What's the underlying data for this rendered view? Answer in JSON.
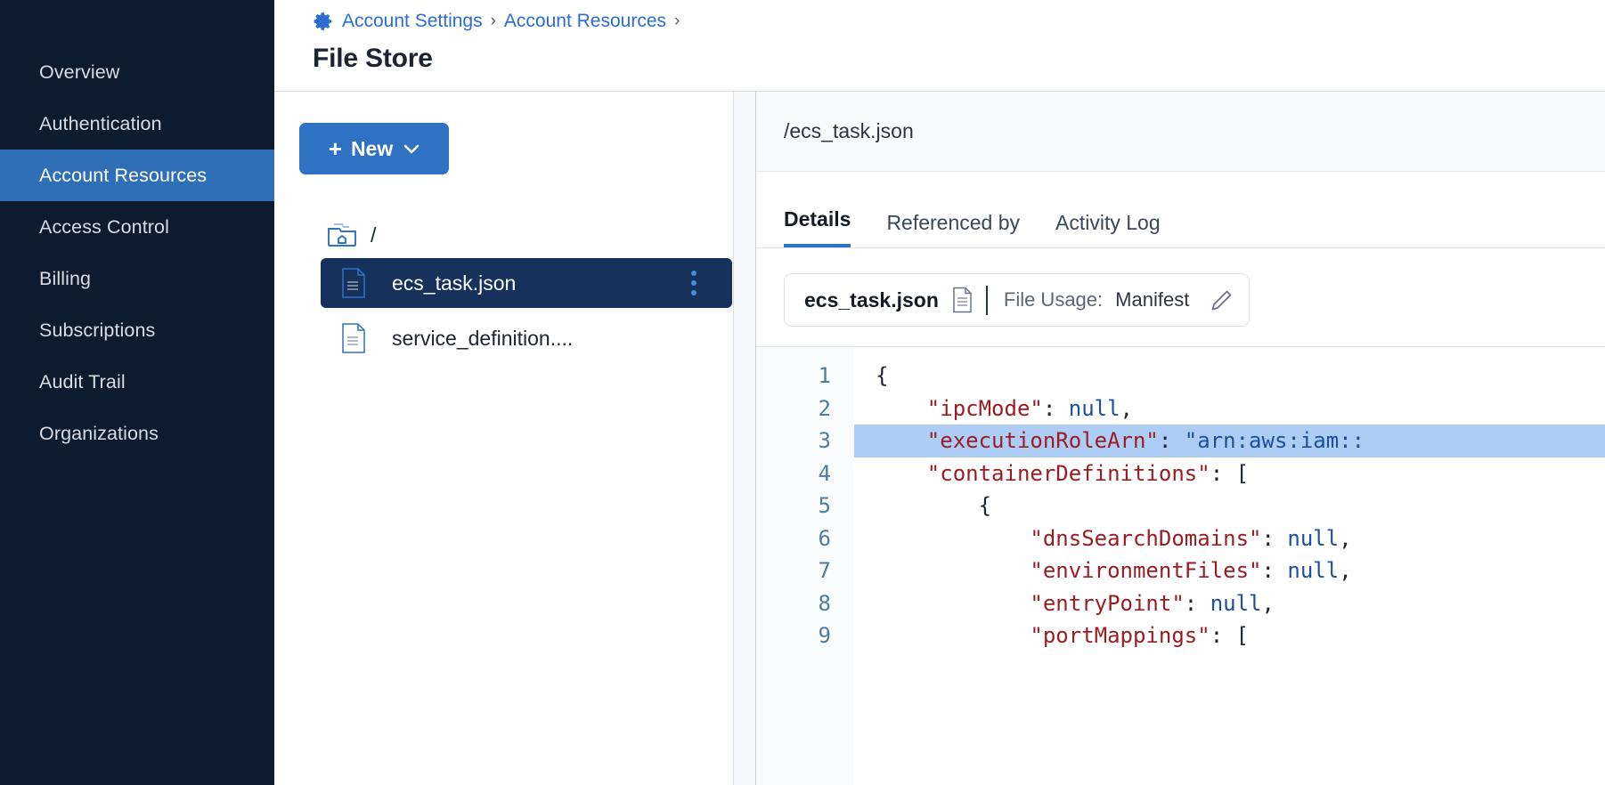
{
  "sidebar": {
    "items": [
      {
        "label": "Overview",
        "active": false
      },
      {
        "label": "Authentication",
        "active": false
      },
      {
        "label": "Account Resources",
        "active": true
      },
      {
        "label": "Access Control",
        "active": false
      },
      {
        "label": "Billing",
        "active": false
      },
      {
        "label": "Subscriptions",
        "active": false
      },
      {
        "label": "Audit Trail",
        "active": false
      },
      {
        "label": "Organizations",
        "active": false
      }
    ]
  },
  "header": {
    "breadcrumb": [
      {
        "label": "Account Settings",
        "icon": "gear-icon"
      },
      {
        "label": "Account Resources"
      }
    ],
    "separator": "›",
    "title": "File Store"
  },
  "tree_panel": {
    "new_button": {
      "label": "New",
      "plus": "+",
      "chevron": "chevron-down-icon"
    },
    "root": {
      "label": "/",
      "icon": "folder-home-icon"
    },
    "files": [
      {
        "name": "ecs_task.json",
        "selected": true,
        "icon": "file-icon",
        "menu": "kebab-menu-icon"
      },
      {
        "name": "service_definition....",
        "selected": false,
        "icon": "file-icon"
      }
    ]
  },
  "detail": {
    "path": "/ecs_task.json",
    "tabs": [
      {
        "label": "Details",
        "active": true
      },
      {
        "label": "Referenced by",
        "active": false
      },
      {
        "label": "Activity Log",
        "active": false
      }
    ],
    "usage": {
      "file_name": "ecs_task.json",
      "doc_icon": "document-icon",
      "label": "File Usage:",
      "value": "Manifest",
      "edit_icon": "pencil-icon"
    }
  },
  "code": {
    "line_numbers": [
      "1",
      "2",
      "3",
      "4",
      "5",
      "6",
      "7",
      "8",
      "9"
    ],
    "lines": [
      {
        "n": 1,
        "highlight": false,
        "tokens": [
          {
            "t": "{",
            "c": "p"
          }
        ]
      },
      {
        "n": 2,
        "highlight": false,
        "tokens": [
          {
            "t": "    ",
            "c": "p"
          },
          {
            "t": "\"ipcMode\"",
            "c": "k"
          },
          {
            "t": ": ",
            "c": "p"
          },
          {
            "t": "null",
            "c": "n"
          },
          {
            "t": ",",
            "c": "p"
          }
        ]
      },
      {
        "n": 3,
        "highlight": true,
        "tokens": [
          {
            "t": "    ",
            "c": "p"
          },
          {
            "t": "\"executionRoleArn\"",
            "c": "k"
          },
          {
            "t": ": ",
            "c": "p"
          },
          {
            "t": "\"arn:aws:iam::",
            "c": "s"
          }
        ]
      },
      {
        "n": 4,
        "highlight": false,
        "tokens": [
          {
            "t": "    ",
            "c": "p"
          },
          {
            "t": "\"containerDefinitions\"",
            "c": "k"
          },
          {
            "t": ": [",
            "c": "p"
          }
        ]
      },
      {
        "n": 5,
        "highlight": false,
        "tokens": [
          {
            "t": "        {",
            "c": "p"
          }
        ]
      },
      {
        "n": 6,
        "highlight": false,
        "tokens": [
          {
            "t": "            ",
            "c": "p"
          },
          {
            "t": "\"dnsSearchDomains\"",
            "c": "k"
          },
          {
            "t": ": ",
            "c": "p"
          },
          {
            "t": "null",
            "c": "n"
          },
          {
            "t": ",",
            "c": "p"
          }
        ]
      },
      {
        "n": 7,
        "highlight": false,
        "tokens": [
          {
            "t": "            ",
            "c": "p"
          },
          {
            "t": "\"environmentFiles\"",
            "c": "k"
          },
          {
            "t": ": ",
            "c": "p"
          },
          {
            "t": "null",
            "c": "n"
          },
          {
            "t": ",",
            "c": "p"
          }
        ]
      },
      {
        "n": 8,
        "highlight": false,
        "tokens": [
          {
            "t": "            ",
            "c": "p"
          },
          {
            "t": "\"entryPoint\"",
            "c": "k"
          },
          {
            "t": ": ",
            "c": "p"
          },
          {
            "t": "null",
            "c": "n"
          },
          {
            "t": ",",
            "c": "p"
          }
        ]
      },
      {
        "n": 9,
        "highlight": false,
        "tokens": [
          {
            "t": "            ",
            "c": "p"
          },
          {
            "t": "\"portMappings\"",
            "c": "k"
          },
          {
            "t": ": [",
            "c": "p"
          }
        ]
      }
    ]
  },
  "colors": {
    "sidebar_bg": "#0d1b2e",
    "accent": "#2f72c4",
    "active_nav": "#2f6fb8",
    "selected_row": "#16315c",
    "link": "#2a6cd4",
    "code_key": "#9b1d22",
    "code_value": "#1c4f9c",
    "highlight_line": "#aecdf5"
  }
}
